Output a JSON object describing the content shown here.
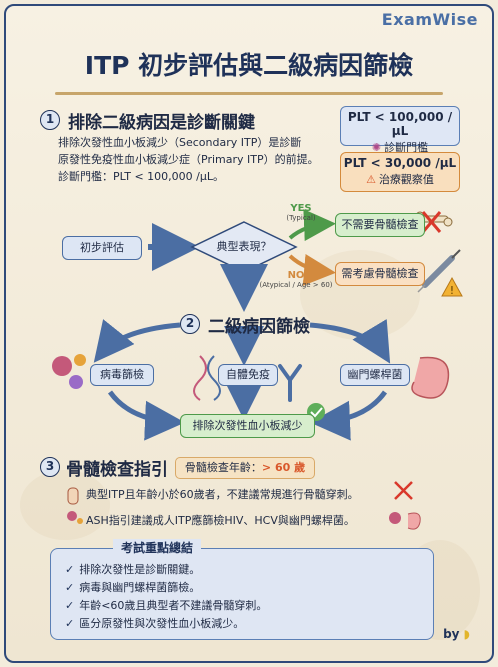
{
  "brand": "ExamWise",
  "title": "ITP 初步評估與二級病因篩檢",
  "section1": {
    "num": "1",
    "title": "排除二級病因是診斷關鍵",
    "lines": [
      "排除次發性血小板減少（Secondary ITP）是診斷",
      "原發性免疫性血小板減少症（Primary ITP）的前提。",
      "診斷門檻：PLT < 100,000 /μL。"
    ],
    "threshold1": {
      "value": "PLT < 100,000 /μL",
      "label": "診斷門檻",
      "icon": "virus-icon"
    },
    "threshold2": {
      "value": "PLT < 30,000 /μL",
      "label": "治療觀察值",
      "icon": "warning-icon"
    }
  },
  "flow": {
    "start": "初步評估",
    "decision": "典型表現？",
    "yes_label": "YES",
    "yes_sub": "(Typical)",
    "no_label": "NO",
    "no_sub": "(Atypical / Age > 60)",
    "yes_result": "不需要骨髓檢查",
    "no_result": "需考慮骨髓檢查"
  },
  "section2": {
    "num": "2",
    "title": "二級病因篩檢",
    "items": [
      "病毒篩檢",
      "自體免疫",
      "幽門螺桿菌"
    ],
    "result": "排除次發性血小板減少"
  },
  "section3": {
    "num": "3",
    "title": "骨髓檢查指引",
    "age_label": "骨髓檢查年齡：",
    "age_value": "> 60 歲",
    "line1": "典型ITP且年齡小於60歲者，不建議常規進行骨髓穿刺。",
    "line2": "ASH指引建議成人ITP應篩檢HIV、HCV與幽門螺桿菌。"
  },
  "summary": {
    "title": "考試重點總結",
    "items": [
      "排除次發性是診斷關鍵。",
      "病毒與幽門螺桿菌篩檢。",
      "年齡<60歲且典型者不建議骨髓穿刺。",
      "區分原發性與次發性血小板減少。"
    ]
  },
  "signature": "by"
}
